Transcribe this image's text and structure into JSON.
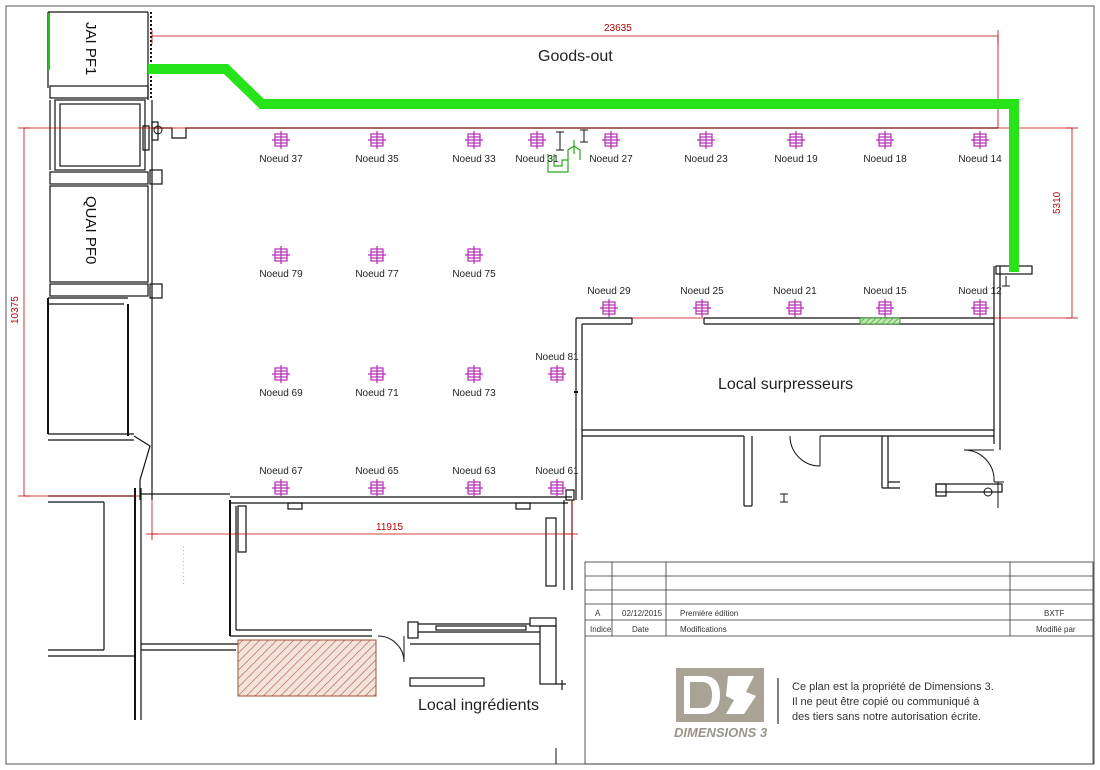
{
  "dimensions": {
    "top_width": "23635",
    "right_height": "5310",
    "left_height": "10375",
    "bottom_width": "11915"
  },
  "docks": {
    "top": "JAI PF1",
    "bottom": "QUAI PF0"
  },
  "areas": {
    "goods_out": "Goods-out",
    "surpresseurs": "Local surpresseurs",
    "ingredients": "Local ingrédients"
  },
  "nodes": [
    {
      "id": "n37",
      "label": "Noeud 37"
    },
    {
      "id": "n35",
      "label": "Noeud 35"
    },
    {
      "id": "n33",
      "label": "Noeud 33"
    },
    {
      "id": "n31",
      "label": "Noeud 31"
    },
    {
      "id": "n27",
      "label": "Noeud 27"
    },
    {
      "id": "n23",
      "label": "Noeud 23"
    },
    {
      "id": "n19",
      "label": "Noeud 19"
    },
    {
      "id": "n18",
      "label": "Noeud 18"
    },
    {
      "id": "n14",
      "label": "Noeud 14"
    },
    {
      "id": "n79",
      "label": "Noeud 79"
    },
    {
      "id": "n77",
      "label": "Noeud 77"
    },
    {
      "id": "n75",
      "label": "Noeud 75"
    },
    {
      "id": "n29",
      "label": "Noeud 29"
    },
    {
      "id": "n25",
      "label": "Noeud 25"
    },
    {
      "id": "n21",
      "label": "Noeud 21"
    },
    {
      "id": "n15",
      "label": "Noeud 15"
    },
    {
      "id": "n12",
      "label": "Noeud 12"
    },
    {
      "id": "n81",
      "label": "Noeud 81"
    },
    {
      "id": "n69",
      "label": "Noeud 69"
    },
    {
      "id": "n71",
      "label": "Noeud 71"
    },
    {
      "id": "n73",
      "label": "Noeud 73"
    },
    {
      "id": "n67",
      "label": "Noeud 67"
    },
    {
      "id": "n65",
      "label": "Noeud 65"
    },
    {
      "id": "n63",
      "label": "Noeud 63"
    },
    {
      "id": "n61",
      "label": "Noeud 61"
    }
  ],
  "title_block": {
    "rev_index": "A",
    "rev_date": "02/12/2015",
    "rev_modif": "Première édition",
    "rev_by": "BXTF",
    "head_indice": "Indice",
    "head_date": "Date",
    "head_modifs": "Modifications",
    "head_by": "Modifié par"
  },
  "logo": {
    "word": "DIMENSIONS 3"
  },
  "ownership_note": [
    "Ce plan est la propriété de Dimensions 3.",
    "Il ne peut être copié ou communiqué à",
    "des tiers sans notre autorisation écrite."
  ],
  "colors": {
    "node": "#b52bb5",
    "route": "#27e41a",
    "dimension": "#c00000",
    "walls": "#111111",
    "logo": "#9a9488"
  }
}
